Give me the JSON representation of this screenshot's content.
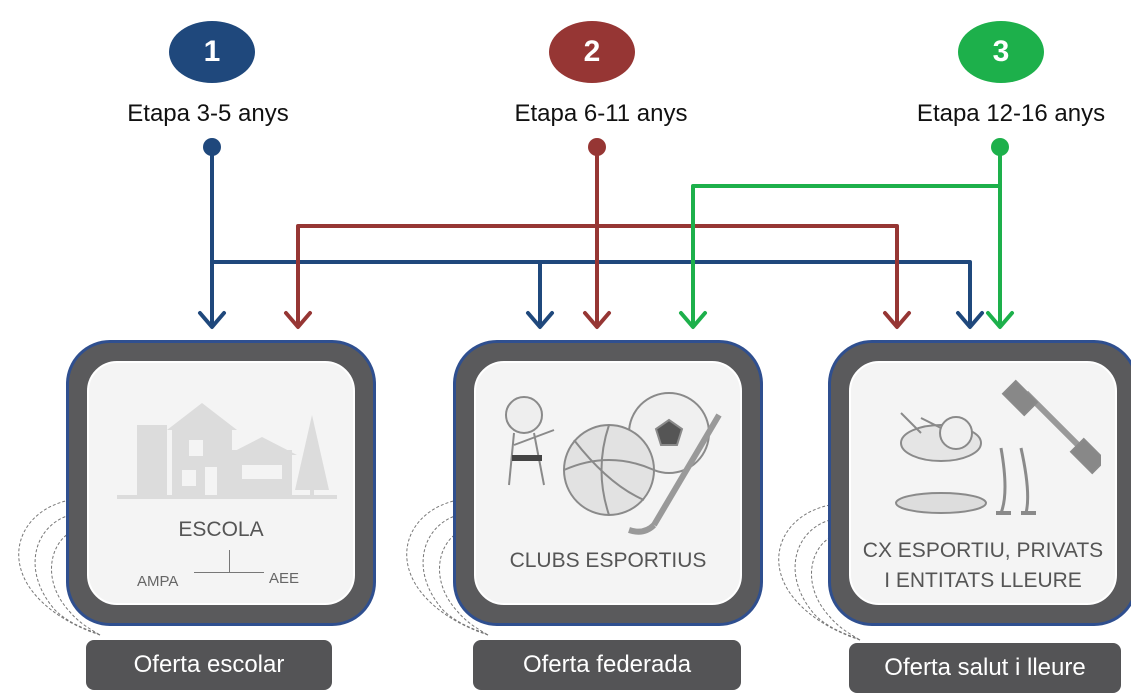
{
  "stages": [
    {
      "number": "1",
      "label": "Etapa 3-5 anys",
      "color": "#1f487c"
    },
    {
      "number": "2",
      "label": "Etapa 6-11 anys",
      "color": "#963634"
    },
    {
      "number": "3",
      "label": "Etapa 12-16 anys",
      "color": "#1db04b"
    }
  ],
  "cards": [
    {
      "title": "ESCOLA",
      "sub_left": "AMPA",
      "sub_right": "AEE",
      "illustration": "house-icon",
      "tag": "Oferta escolar"
    },
    {
      "title": "CLUBS ESPORTIUS",
      "illustration": "sports-balls-icon",
      "tag": "Oferta federada"
    },
    {
      "title_line1": "CX ESPORTIU, PRIVATS",
      "title_line2": "I ENTITATS LLEURE",
      "illustration": "gym-leisure-icon",
      "tag": "Oferta salut i lleure"
    }
  ],
  "colors": {
    "card_border": "#2f4f8f",
    "card_frame": "#5a5a5c",
    "tag_bg": "#545456"
  }
}
